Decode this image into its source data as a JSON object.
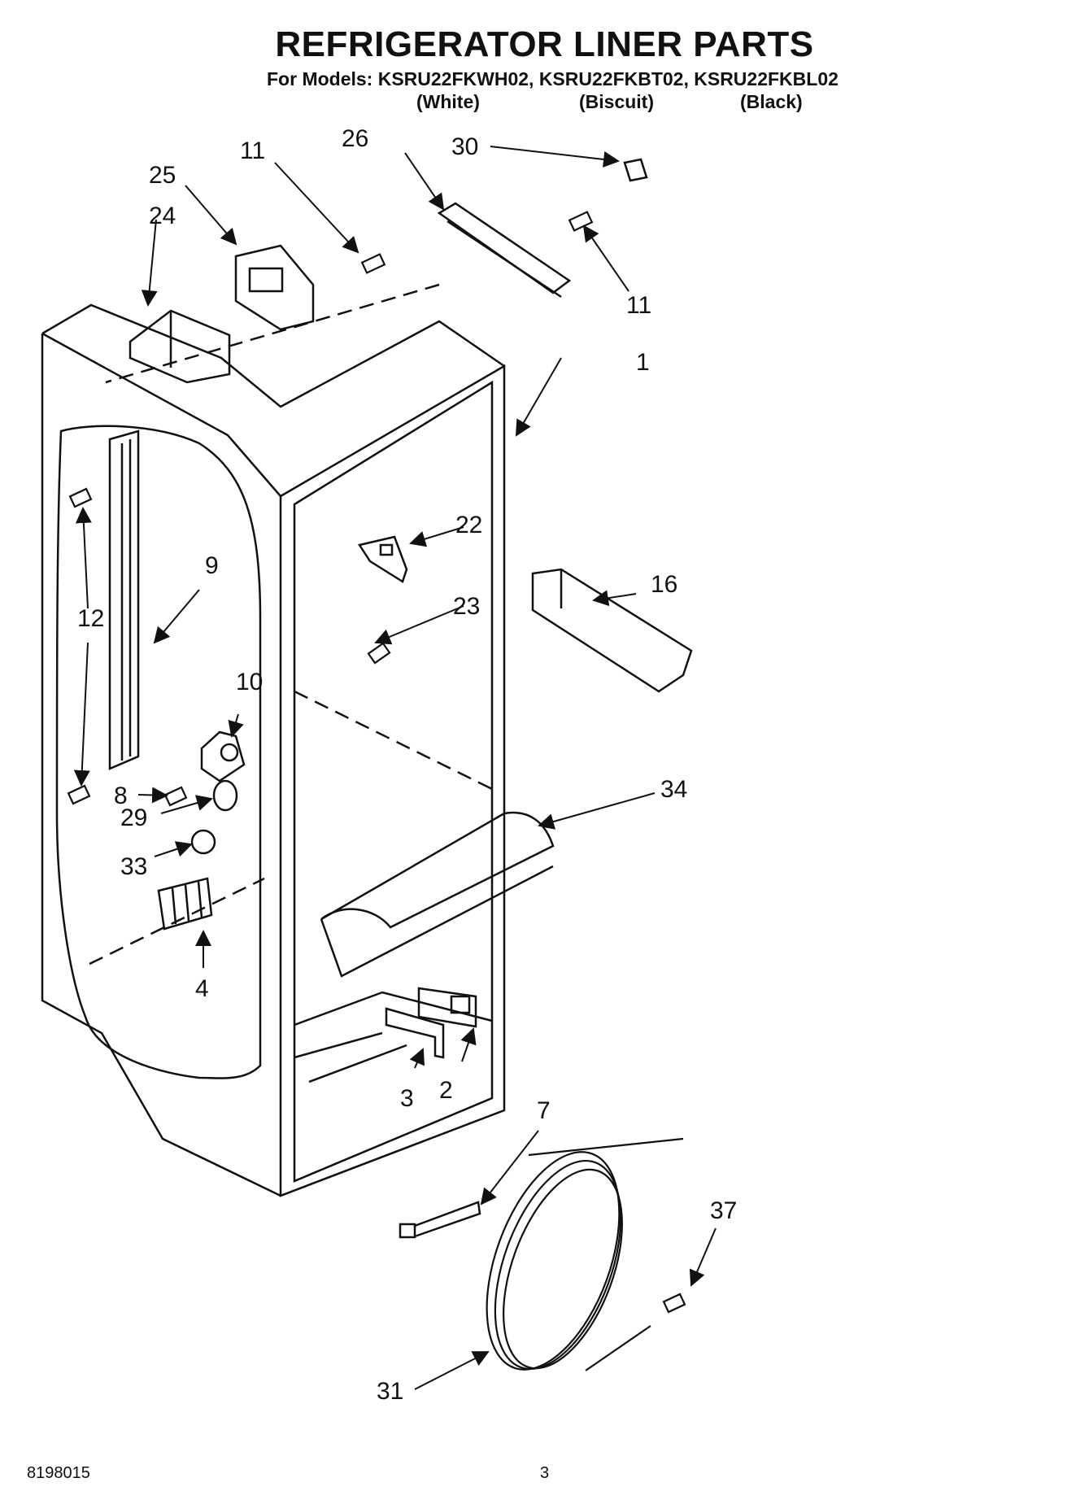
{
  "header": {
    "title": "REFRIGERATOR LINER PARTS",
    "models_line": "For Models: KSRU22FKWH02, KSRU22FKBT02, KSRU22FKBL02",
    "variants": [
      "(White)",
      "(Biscuit)",
      "(Black)"
    ]
  },
  "callouts": [
    "1",
    "2",
    "3",
    "4",
    "7",
    "8",
    "9",
    "10",
    "11",
    "11",
    "12",
    "16",
    "22",
    "23",
    "24",
    "25",
    "26",
    "29",
    "30",
    "31",
    "33",
    "34",
    "37"
  ],
  "footer": {
    "doc_number": "8198015",
    "page_number": "3"
  }
}
